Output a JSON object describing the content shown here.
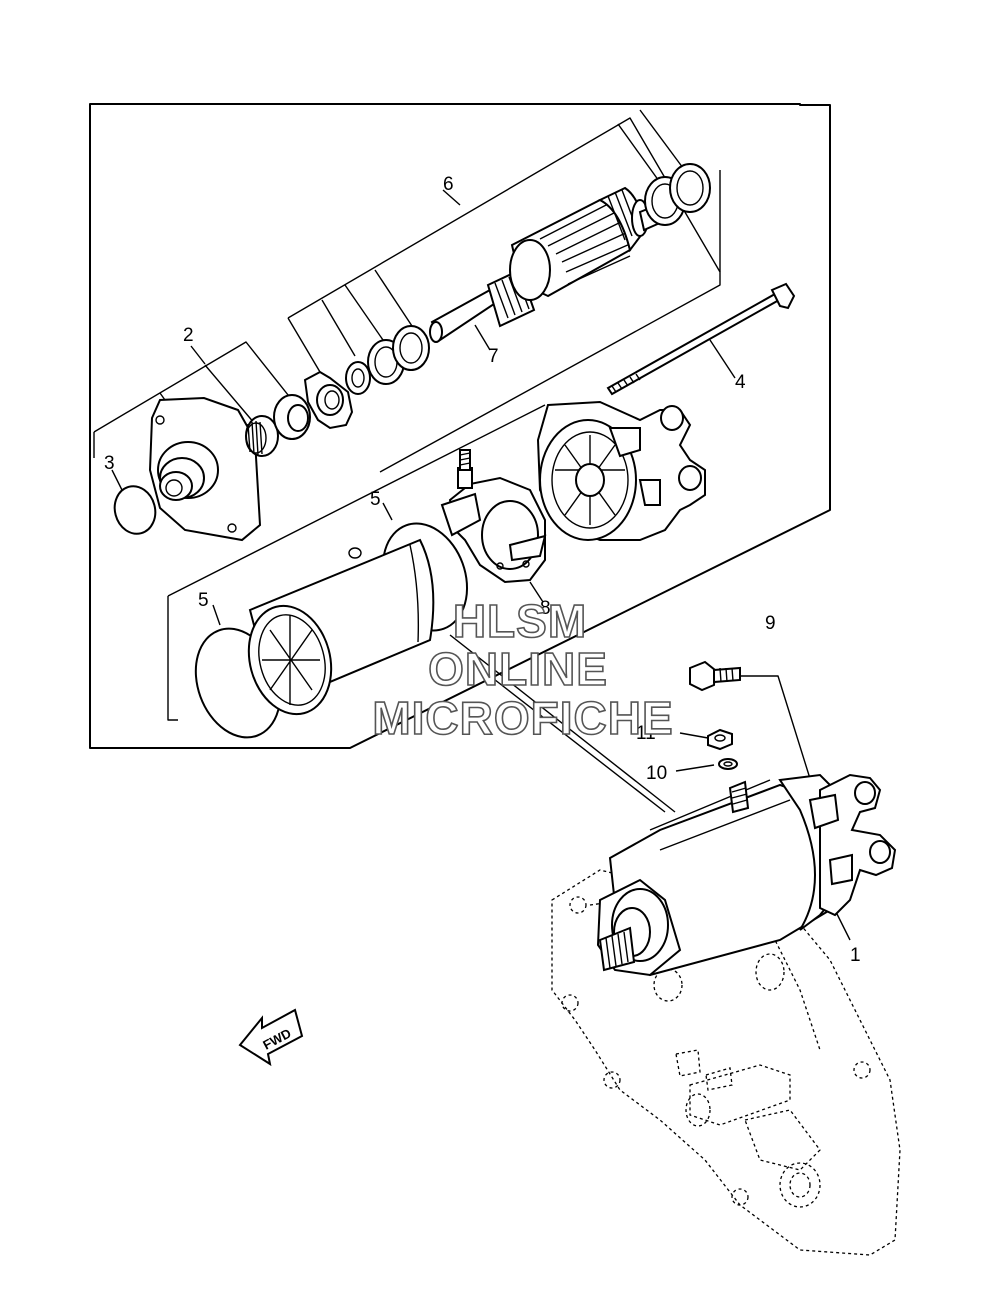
{
  "callouts": {
    "c1": "1",
    "c2": "2",
    "c3": "3",
    "c4": "4",
    "c5a": "5",
    "c5b": "5",
    "c6": "6",
    "c7": "7",
    "c8": "8",
    "c9": "9",
    "c10": "10",
    "c11": "11"
  },
  "fwd_label": "FWD",
  "watermark": {
    "line1": "HLSM",
    "line2": "ONLINE",
    "line3": "MICROFICHE"
  }
}
